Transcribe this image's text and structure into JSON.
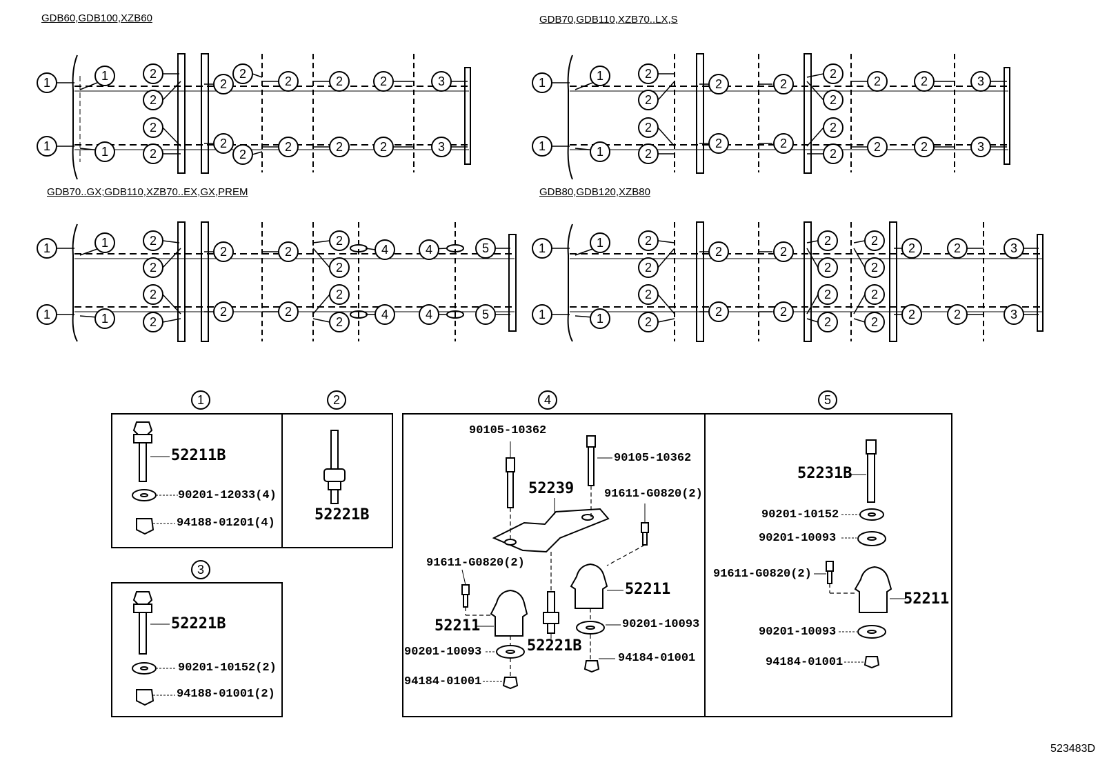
{
  "diagram": {
    "section_titles": [
      "GDB60,GDB100,XZB60",
      "GDB70,GDB110,XZB70..LX,S",
      "GDB70..GX;GDB110,XZB70..EX,GX,PREM",
      "GDB80,GDB120,XZB80"
    ],
    "detail_numbers": [
      "1",
      "2",
      "3",
      "4",
      "5"
    ],
    "detail_1": {
      "bolt": "52211B",
      "washer": "90201-12033(4)",
      "nut": "94188-01201(4)"
    },
    "detail_2": {
      "stud": "52221B"
    },
    "detail_3": {
      "bolt": "52221B",
      "washer": "90201-10152(2)",
      "nut": "94188-01001(2)"
    },
    "detail_4": {
      "bolt_left": "90105-10362",
      "bolt_right": "90105-10362",
      "bracket": "52239",
      "screw_right": "91611-G0820(2)",
      "screw_left": "91611-G0820(2)",
      "cushion_left": "52211",
      "cushion_right": "52211",
      "stud": "52221B",
      "washer_left": "90201-10093",
      "washer_right": "90201-10093",
      "nut_left": "94184-01001",
      "nut_right": "94184-01001"
    },
    "detail_5": {
      "bolt": "52231B",
      "washer_a": "90201-10152",
      "washer_b": "90201-10093",
      "screw": "91611-G0820(2)",
      "cushion": "52211",
      "washer_c": "90201-10093",
      "nut": "94184-01001"
    },
    "illustration_code": "523483D"
  }
}
